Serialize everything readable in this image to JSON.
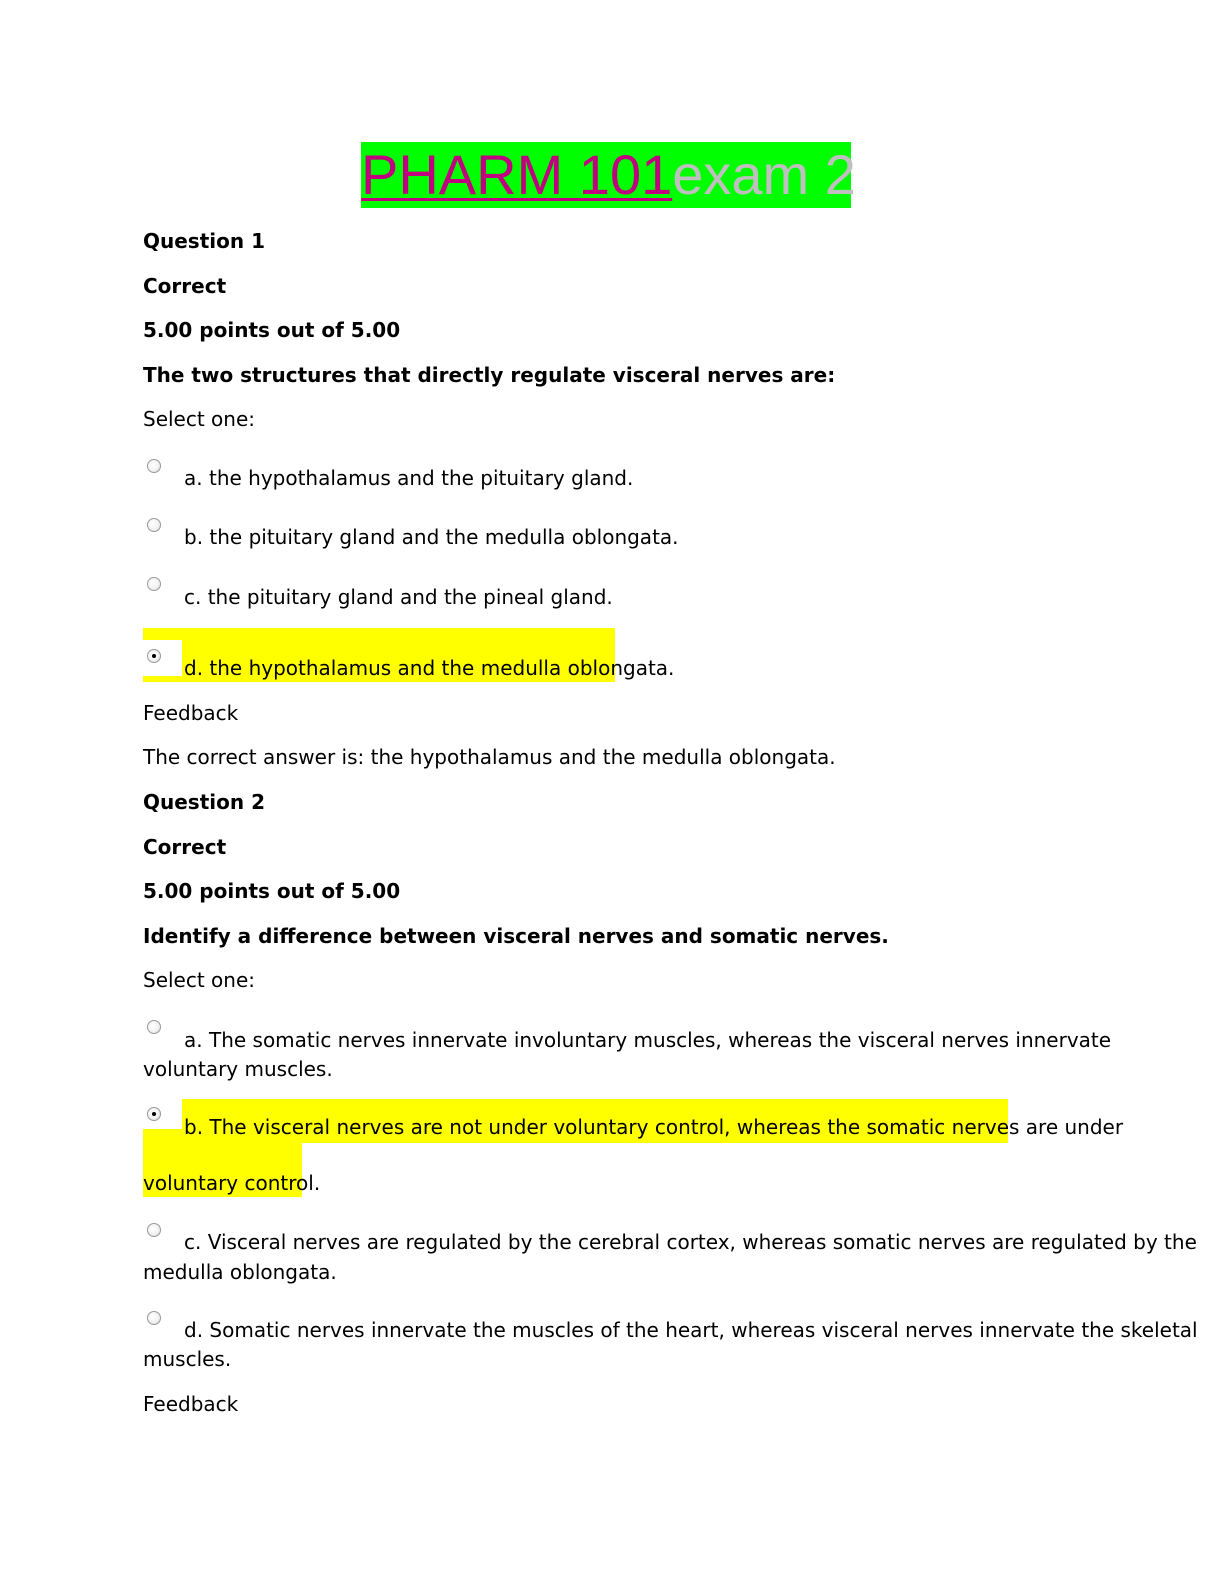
{
  "title": {
    "link_text": "PHARM 101",
    "rest_text": "exam 2"
  },
  "q1": {
    "heading": "Question 1",
    "status": "Correct",
    "points": "5.00 points out of 5.00",
    "prompt": "The two structures that directly regulate visceral nerves are:",
    "select": "Select one:",
    "options": [
      "a. the hypothalamus and the pituitary gland.",
      "b. the pituitary gland and the medulla oblongata.",
      "c. the pituitary gland and the pineal gland.",
      "d. the hypothalamus and the medulla oblongata."
    ],
    "selected_index": 3,
    "feedback_label": "Feedback",
    "feedback_text": "The correct answer is: the hypothalamus and the medulla oblongata."
  },
  "q2": {
    "heading": "Question 2",
    "status": "Correct",
    "points": "5.00 points out of 5.00",
    "prompt": "Identify a difference between visceral nerves and somatic nerves.",
    "select": "Select one:",
    "options": [
      {
        "line1": "a. The somatic nerves innervate involuntary muscles, whereas the visceral nerves innervate",
        "line2": "voluntary muscles."
      },
      {
        "line1": "b. The visceral nerves are not under voluntary control, whereas the somatic nerves are under",
        "line2": "voluntary control."
      },
      {
        "line1": "c. Visceral nerves are regulated by the cerebral cortex, whereas somatic nerves are regulated by the",
        "line2": "medulla oblongata."
      },
      {
        "line1": "d. Somatic nerves innervate the muscles of the heart, whereas visceral nerves innervate the skeletal",
        "line2": "muscles."
      }
    ],
    "selected_index": 1,
    "feedback_label": "Feedback"
  },
  "colors": {
    "title_bg": "#00ff00",
    "title_link": "#c0007f",
    "title_rest": "#bfbfbf",
    "highlight": "#ffff00"
  }
}
